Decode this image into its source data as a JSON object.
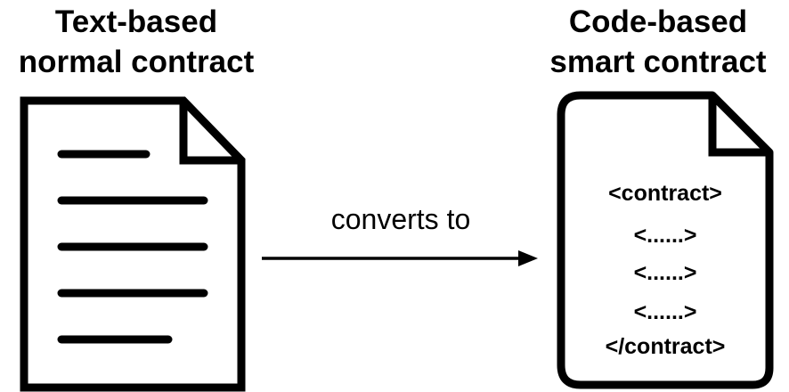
{
  "left": {
    "title_line1": "Text-based",
    "title_line2": "normal contract",
    "icon": "document-icon"
  },
  "arrow": {
    "label": "converts to"
  },
  "right": {
    "title_line1": "Code-based",
    "title_line2": "smart contract",
    "icon": "code-document-icon",
    "code_lines": [
      "<contract>",
      "<......>",
      "<......>",
      "<......>",
      "</contract>"
    ]
  },
  "colors": {
    "stroke": "#000000",
    "background": "#ffffff"
  }
}
